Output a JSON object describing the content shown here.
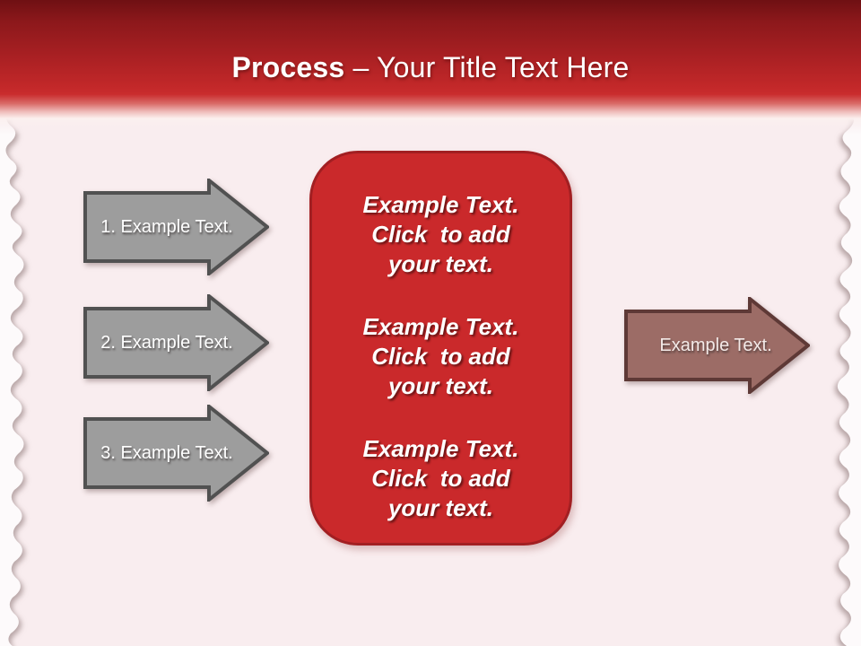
{
  "header": {
    "title_bold": "Process",
    "title_regular": "– Your Title Text Here"
  },
  "process_steps": [
    {
      "label": "1. Example Text."
    },
    {
      "label": "2. Example Text."
    },
    {
      "label": "3. Example Text."
    }
  ],
  "center_panel": {
    "blocks": [
      {
        "lines": [
          "Example Text.",
          "Click  to add",
          "your text."
        ]
      },
      {
        "lines": [
          "Example Text.",
          "Click  to add",
          "your text."
        ]
      },
      {
        "lines": [
          "Example Text.",
          "Click  to add",
          "your text."
        ]
      }
    ]
  },
  "output_arrow": {
    "label": "Example Text."
  },
  "colors": {
    "header_red": "#c22829",
    "panel_red": "#ca292b",
    "panel_border": "#a21f22",
    "step_arrow_fill": "#9d9d9d",
    "step_arrow_border": "#515151",
    "output_arrow_fill": "#9c6c66",
    "output_arrow_border": "#5e3936",
    "paper_pink": "#f9edef"
  }
}
